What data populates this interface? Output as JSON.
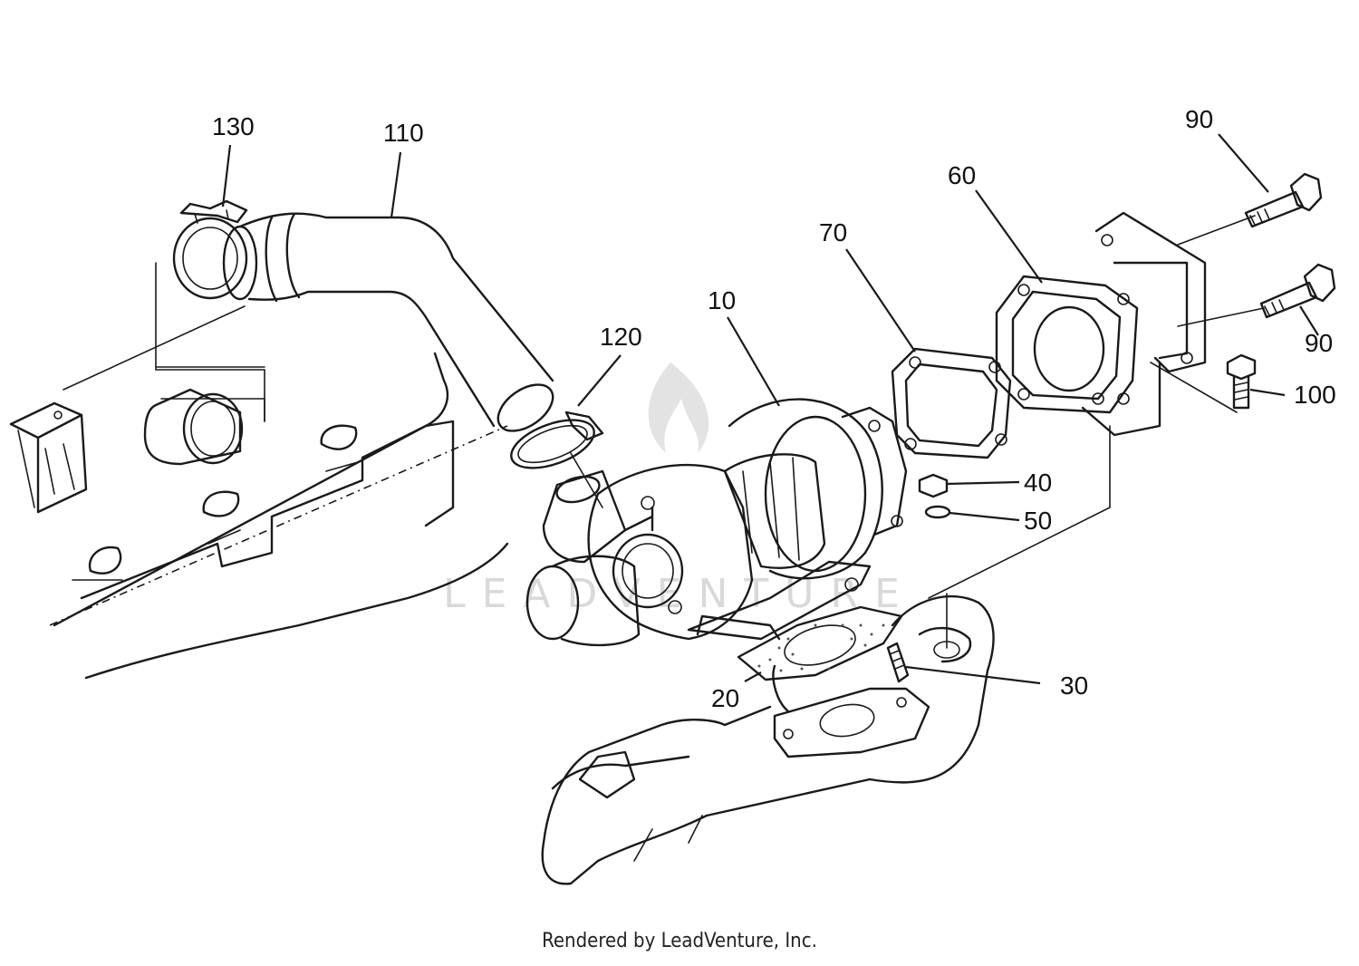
{
  "callouts": [
    {
      "id": "130",
      "label": "130"
    },
    {
      "id": "110",
      "label": "110"
    },
    {
      "id": "120",
      "label": "120"
    },
    {
      "id": "10",
      "label": "10"
    },
    {
      "id": "70",
      "label": "70"
    },
    {
      "id": "60",
      "label": "60"
    },
    {
      "id": "90a",
      "label": "90"
    },
    {
      "id": "90b",
      "label": "90"
    },
    {
      "id": "100",
      "label": "100"
    },
    {
      "id": "40",
      "label": "40"
    },
    {
      "id": "50",
      "label": "50"
    },
    {
      "id": "30",
      "label": "30"
    },
    {
      "id": "20",
      "label": "20"
    }
  ],
  "watermark": "LEADVENTURE",
  "footer": "Rendered by LeadVenture, Inc.",
  "colors": {
    "line": "#1a1a1a",
    "watermark": "#d9d9d9",
    "background": "#ffffff"
  }
}
